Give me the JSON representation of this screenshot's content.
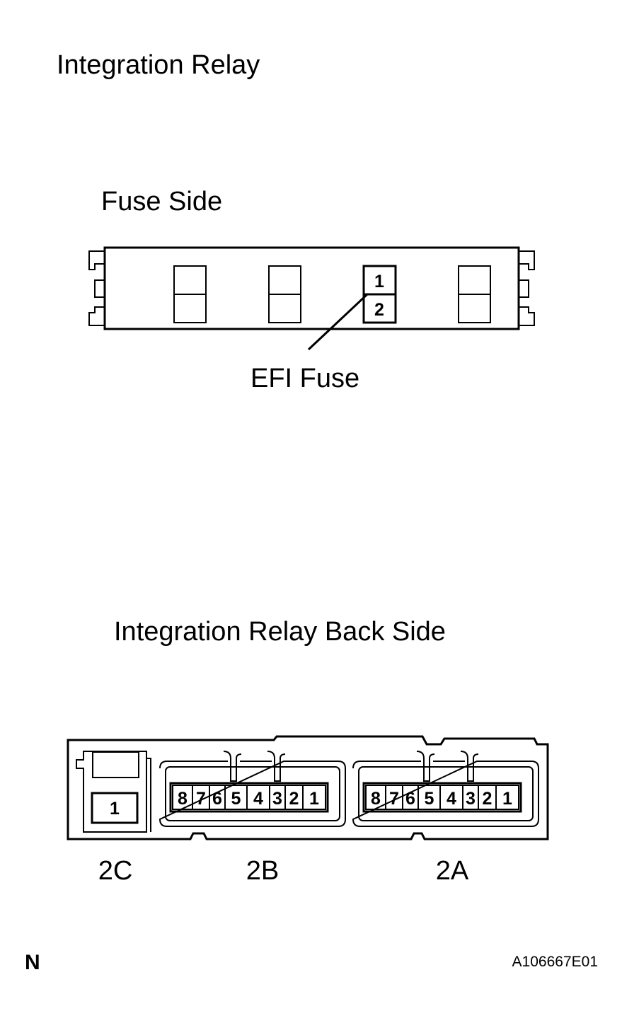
{
  "title": "Integration Relay",
  "fuse_side": {
    "heading": "Fuse Side",
    "efi_fuse_label": "EFI Fuse",
    "efi_pins": [
      "1",
      "2"
    ]
  },
  "back_side": {
    "heading": "Integration Relay Back Side",
    "connectors": {
      "c2C": {
        "label": "2C",
        "pins": [
          "1"
        ]
      },
      "c2B": {
        "label": "2B",
        "pins": [
          "8",
          "7",
          "6",
          "5",
          "4",
          "3",
          "2",
          "1"
        ]
      },
      "c2A": {
        "label": "2A",
        "pins": [
          "8",
          "7",
          "6",
          "5",
          "4",
          "3",
          "2",
          "1"
        ]
      }
    }
  },
  "footer": {
    "corner_letter": "N",
    "figure_id": "A106667E01"
  }
}
